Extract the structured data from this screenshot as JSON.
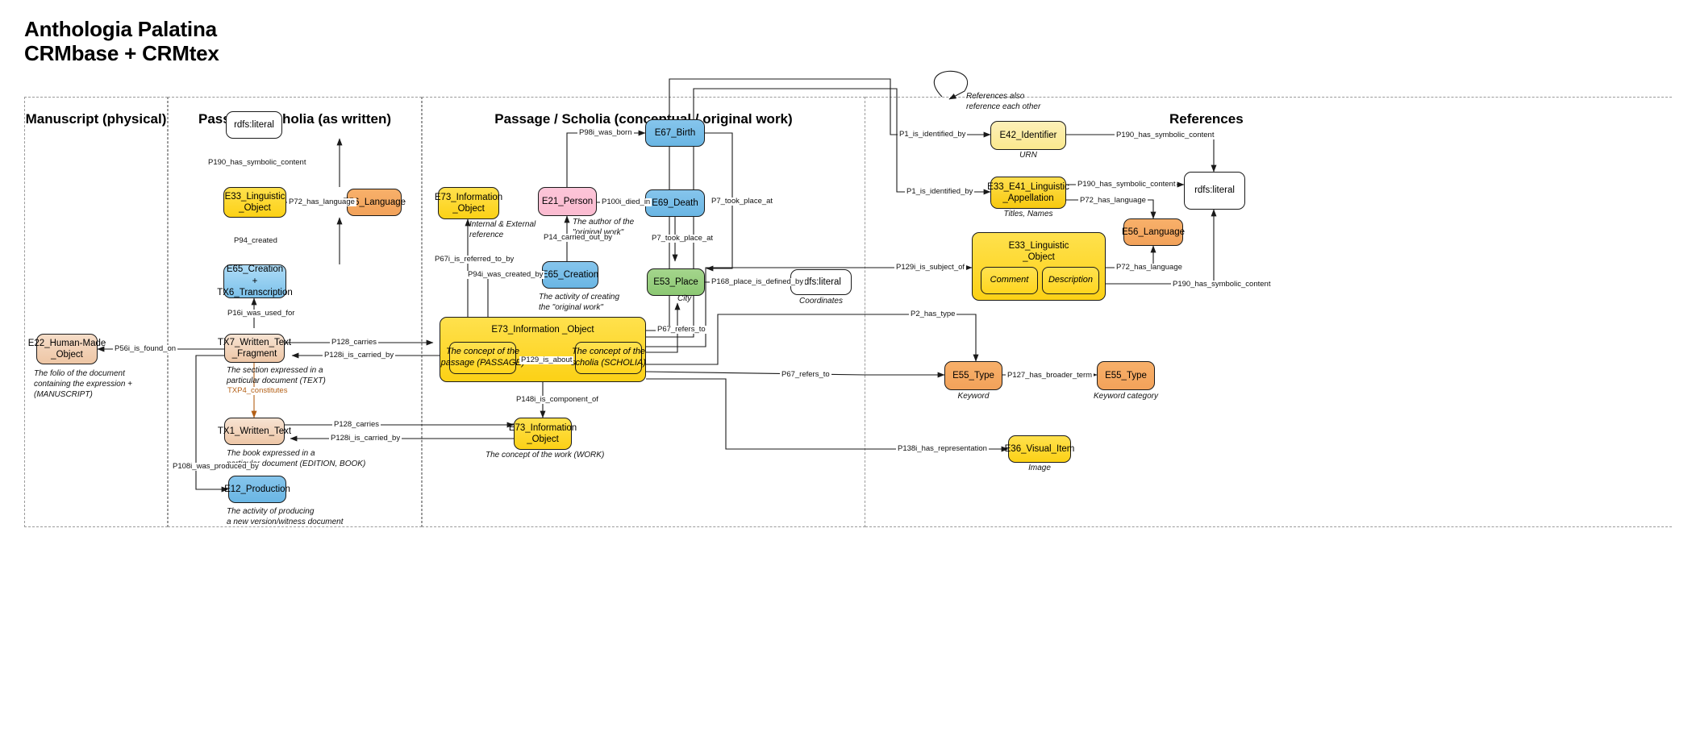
{
  "title": "Anthologia Palatina\nCRMbase + CRMtex",
  "lanes": [
    {
      "id": "manuscript",
      "title": "Manuscript (physical)"
    },
    {
      "id": "as-written",
      "title": "Passage / Scholia (as written)"
    },
    {
      "id": "conceptual",
      "title": "Passage / Scholia (conceptual / original work)"
    },
    {
      "id": "references",
      "title": "References"
    }
  ],
  "annotations": {
    "references_loop": "References also\nreference each other"
  },
  "colors": {
    "yellow": "#fcd116",
    "pale_yellow": "#fbe98e",
    "orange": "#f2a25a",
    "blue": "#7cc1ea",
    "pink": "#fbbbd0",
    "green": "#8cc873",
    "tan": "#eec6a5",
    "white": "#ffffff",
    "crmtex_label": "#b35f15",
    "lane_border": "#9b9b9b"
  },
  "nodes": [
    {
      "id": "rdfs1",
      "label": "rdfs:literal",
      "style": "white",
      "caption": ""
    },
    {
      "id": "e33ling",
      "label": "E33_Linguistic\n_Object",
      "style": "yellow",
      "caption": ""
    },
    {
      "id": "e56lang1",
      "label": "E56_Language",
      "style": "orange",
      "caption": ""
    },
    {
      "id": "e65tx6",
      "label": "E65_Creation\n+\nTX6_Transcription",
      "style": "blue",
      "caption": ""
    },
    {
      "id": "e22hmo",
      "label": "E22_Human-Made\n_Object",
      "style": "tan",
      "caption": "The folio of the document\ncontaining the expression +\n(MANUSCRIPT)"
    },
    {
      "id": "tx7",
      "label": "TX7_Written_Text\n_Fragment",
      "style": "tan2",
      "caption": "The section expressed in a\nparticular document (TEXT)"
    },
    {
      "id": "tx1",
      "label": "TX1_Written_Text",
      "style": "tan2",
      "caption": "The book expressed in a\nparticular document (EDITION, BOOK)"
    },
    {
      "id": "e12prod",
      "label": "E12_Production",
      "style": "blue2",
      "caption": "The activity of producing\na new version/witness document"
    },
    {
      "id": "e73info_ref",
      "label": "E73_Information\n_Object",
      "style": "yellow",
      "caption": "Internal & External\nreference"
    },
    {
      "id": "e21person",
      "label": "E21_Person",
      "style": "pink",
      "caption": "The author of the\n\"original work\""
    },
    {
      "id": "e65creation",
      "label": "E65_Creation",
      "style": "blue2",
      "caption": "The activity of creating\nthe \"original work\""
    },
    {
      "id": "e67birth",
      "label": "E67_Birth",
      "style": "blue2",
      "caption": ""
    },
    {
      "id": "e69death",
      "label": "E69_Death",
      "style": "blue2",
      "caption": ""
    },
    {
      "id": "e53place",
      "label": "E53_Place",
      "style": "green",
      "caption": "City"
    },
    {
      "id": "rdfs_coord",
      "label": "rdfs:literal",
      "style": "white",
      "caption": "Coordinates"
    },
    {
      "id": "e73big",
      "label": "E73_Information _Object",
      "style": "yellow",
      "caption": ""
    },
    {
      "id": "e73big_passage",
      "label": "The concept of the\npassage (PASSAGE)",
      "style": "yellow-sub",
      "caption": ""
    },
    {
      "id": "e73big_scholia",
      "label": "The concept of the\nscholia (SCHOLIA)",
      "style": "yellow-sub",
      "caption": ""
    },
    {
      "id": "e73work",
      "label": "E73_Information\n_Object",
      "style": "yellow",
      "caption": "The concept of the work (WORK)"
    },
    {
      "id": "e42id",
      "label": "E42_Identifier",
      "style": "paleyellow",
      "caption": "URN"
    },
    {
      "id": "e33e41",
      "label": "E33_E41_Linguistic\n_Appellation",
      "style": "yellow2",
      "caption": "Titles, Names"
    },
    {
      "id": "rdfs_ref",
      "label": "rdfs:literal",
      "style": "white",
      "caption": ""
    },
    {
      "id": "e56lang2",
      "label": "E56_Language",
      "style": "orange",
      "caption": ""
    },
    {
      "id": "e33ling2",
      "label": "E33_Linguistic\n_Object",
      "style": "yellow",
      "caption": ""
    },
    {
      "id": "e33ling2_comment",
      "label": "Comment",
      "style": "yellow-sub",
      "caption": ""
    },
    {
      "id": "e33ling2_description",
      "label": "Description",
      "style": "yellow-sub",
      "caption": ""
    },
    {
      "id": "e55keyword",
      "label": "E55_Type",
      "style": "orange",
      "caption": "Keyword"
    },
    {
      "id": "e55keycat",
      "label": "E55_Type",
      "style": "orange",
      "caption": "Keyword category"
    },
    {
      "id": "e36visual",
      "label": "E36_Visual_Item",
      "style": "yellow",
      "caption": "Image"
    }
  ],
  "edges": [
    {
      "id": "e1",
      "label": "P190_has_symbolic_content",
      "from": "e33ling",
      "to": "rdfs1"
    },
    {
      "id": "e2",
      "label": "P72_has_language",
      "from": "e33ling",
      "to": "e56lang1"
    },
    {
      "id": "e3",
      "label": "P94_created",
      "from": "e65tx6",
      "to": "e33ling"
    },
    {
      "id": "e4",
      "label": "P16i_was_used_for",
      "from": "tx7",
      "to": "e65tx6"
    },
    {
      "id": "e5",
      "label": "P56i_is_found_on",
      "from": "tx7",
      "to": "e22hmo"
    },
    {
      "id": "e6",
      "label": "P128_carries",
      "from": "tx7",
      "to": "e73big"
    },
    {
      "id": "e7",
      "label": "P128i_is_carried_by",
      "from": "e73big",
      "to": "tx7"
    },
    {
      "id": "e8",
      "label": "TXP4_constitutes",
      "from": "tx7",
      "to": "tx1",
      "accent": "crmtex"
    },
    {
      "id": "e9",
      "label": "P108i_was_produced_by",
      "from": "tx7",
      "to": "e12prod"
    },
    {
      "id": "e10",
      "label": "P128_carries",
      "from": "tx1",
      "to": "e73work"
    },
    {
      "id": "e11",
      "label": "P128i_is_carried_by",
      "from": "e73work",
      "to": "tx1"
    },
    {
      "id": "e12",
      "label": "P67i_is_referred_to_by",
      "from": "e73big",
      "to": "e73info_ref"
    },
    {
      "id": "e13",
      "label": "P94i_was_created_by",
      "from": "e73big",
      "to": "e65creation"
    },
    {
      "id": "e14",
      "label": "P14_carried_out_by",
      "from": "e65creation",
      "to": "e21person"
    },
    {
      "id": "e15",
      "label": "P98i_was_born",
      "from": "e21person",
      "to": "e67birth"
    },
    {
      "id": "e16",
      "label": "P100i_died_in",
      "from": "e21person",
      "to": "e69death"
    },
    {
      "id": "e17",
      "label": "P7_took_place_at",
      "from": "e67birth",
      "to": "e53place"
    },
    {
      "id": "e18",
      "label": "P7_took_place_at",
      "from": "e69death",
      "to": "e53place"
    },
    {
      "id": "e19",
      "label": "P168_place_is_defined_by",
      "from": "e53place",
      "to": "rdfs_coord"
    },
    {
      "id": "e20",
      "label": "P67_refers_to",
      "from": "e73big",
      "to": "e53place"
    },
    {
      "id": "e21",
      "label": "P129_is_about",
      "from": "e73big_scholia",
      "to": "e73big_passage"
    },
    {
      "id": "e22",
      "label": "P148i_is_component_of",
      "from": "e73big",
      "to": "e73work"
    },
    {
      "id": "e23",
      "label": "P1_is_identified_by",
      "from": "e73big",
      "to": "e42id"
    },
    {
      "id": "e24",
      "label": "P1_is_identified_by",
      "from": "e73big",
      "to": "e33e41"
    },
    {
      "id": "e25",
      "label": "P190_has_symbolic_content",
      "from": "e42id",
      "to": "rdfs_ref"
    },
    {
      "id": "e26",
      "label": "P190_has_symbolic_content",
      "from": "e33e41",
      "to": "rdfs_ref"
    },
    {
      "id": "e27",
      "label": "P72_has_language",
      "from": "e33e41",
      "to": "e56lang2"
    },
    {
      "id": "e28",
      "label": "P129i_is_subject_of",
      "from": "e73big",
      "to": "e33ling2"
    },
    {
      "id": "e29",
      "label": "P72_has_language",
      "from": "e33ling2",
      "to": "e56lang2"
    },
    {
      "id": "e30",
      "label": "P190_has_symbolic_content",
      "from": "e33ling2",
      "to": "rdfs_ref"
    },
    {
      "id": "e31",
      "label": "P2_has_type",
      "from": "e73big",
      "to": "e55keyword"
    },
    {
      "id": "e32",
      "label": "P67_refers_to",
      "from": "e73big",
      "to": "e55keyword"
    },
    {
      "id": "e33",
      "label": "P127_has_broader_term",
      "from": "e55keyword",
      "to": "e55keycat"
    },
    {
      "id": "e34",
      "label": "P138i_has_representation",
      "from": "e73big",
      "to": "e36visual"
    }
  ]
}
